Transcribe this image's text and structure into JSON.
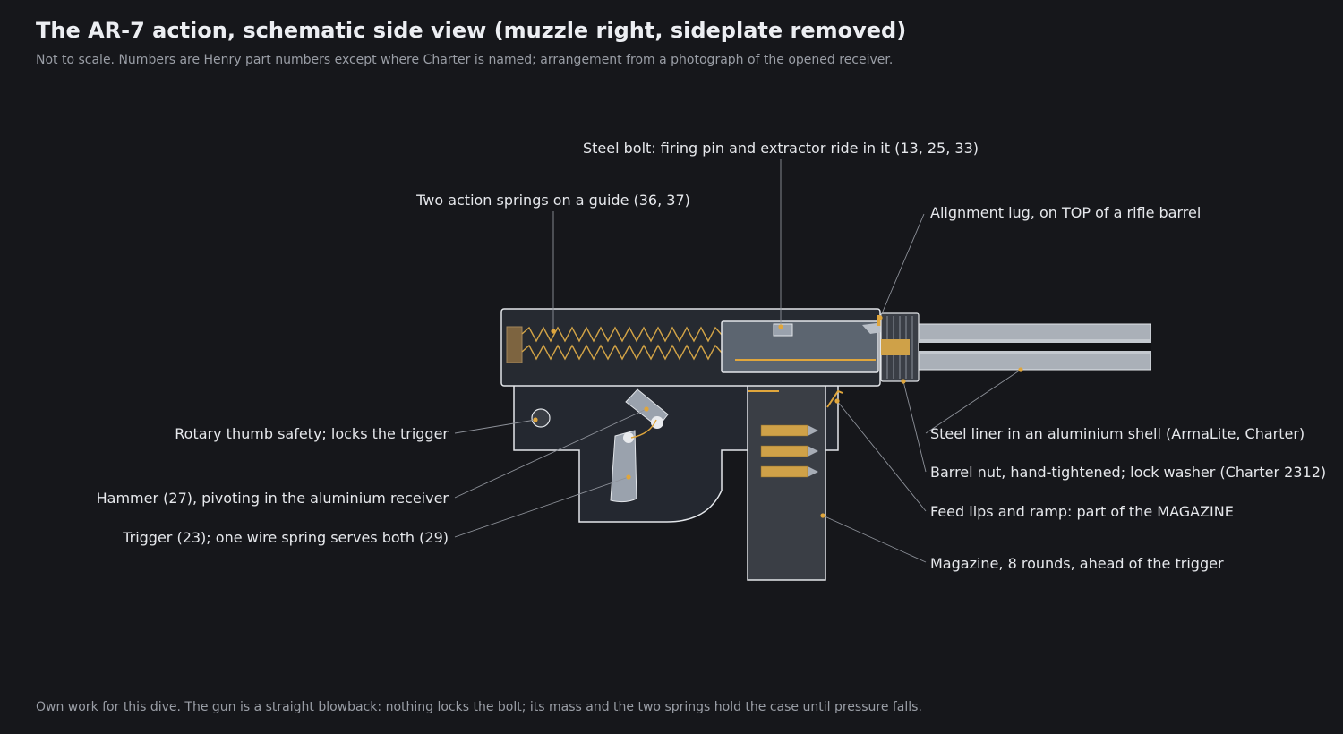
{
  "title": "The AR-7 action, schematic side view (muzzle right, sideplate removed)",
  "subtitle": "Not to scale. Numbers are Henry part numbers except where Charter is named; arrangement from a photograph of the opened receiver.",
  "footnote": "Own work for this dive. The gun is a straight blowback: nothing locks the bolt; its mass and the two springs hold the case until pressure falls.",
  "labels": {
    "bolt": "Steel bolt: firing pin and extractor ride in it (13, 25, 33)",
    "springs": "Two action springs on a guide (36, 37)",
    "lug": "Alignment lug, on TOP of a rifle barrel",
    "safety": "Rotary thumb safety; locks the trigger",
    "hammer": "Hammer (27), pivoting in the aluminium receiver",
    "trigger": "Trigger (23); one wire spring serves both (29)",
    "liner": "Steel liner in an aluminium shell (ArmaLite, Charter)",
    "barrel_nut": "Barrel nut, hand-tightened; lock washer (Charter 2312)",
    "feed_lips": "Feed lips and ramp: part of the MAGAZINE",
    "magazine": "Magazine, 8 rounds, ahead of the trigger"
  },
  "colors": {
    "background": "#16171b",
    "accent": "#e0a63c",
    "part_stroke": "#e3e6ea",
    "leader": "#8d9199"
  }
}
